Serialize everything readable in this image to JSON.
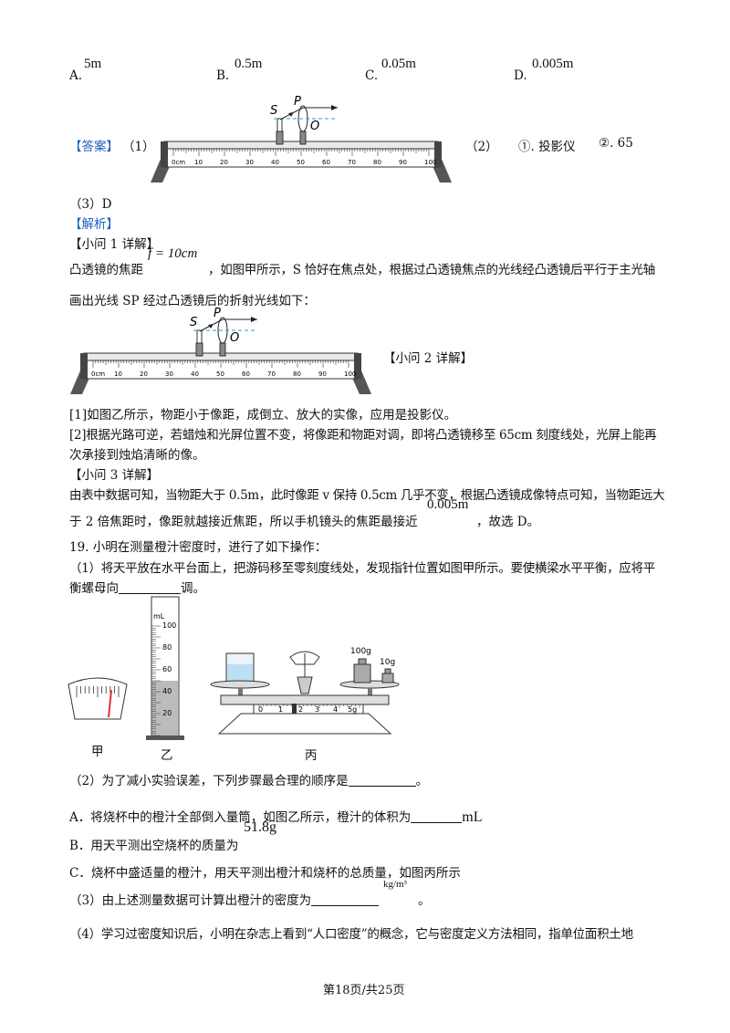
{
  "options": [
    {
      "letter": "A.",
      "value": "5m"
    },
    {
      "letter": "B.",
      "value": "0.5m"
    },
    {
      "letter": "C.",
      "value": "0.05m"
    },
    {
      "letter": "D.",
      "value": "0.005m"
    }
  ],
  "bench_labels": {
    "S": "S",
    "P": "P",
    "O": "O",
    "ticks": [
      "0cm",
      "10",
      "20",
      "30",
      "40",
      "50",
      "60",
      "70",
      "80",
      "90",
      "100"
    ]
  },
  "answer": {
    "tag": "【答案】",
    "p1": "（1）",
    "p2": "（2）",
    "p2_a": "①. 投影仪",
    "p2_b": "②. 65",
    "p3": "（3）D"
  },
  "analysis": {
    "tag": "【解析】",
    "q1_head": "【小问 1 详解】",
    "q1_line1_pre": "凸透镜的焦距",
    "q1_formula": "f = 10cm",
    "q1_line1_post": "，如图甲所示，S 恰好在焦点处，根据过凸透镜焦点的光线经凸透镜后平行于主光轴",
    "q1_line2": "画出光线 SP 经过凸透镜后的折射光线如下：",
    "q2_head": "【小问 2 详解】",
    "q2_line1": "[1]如图乙所示，物距小于像距，成倒立、放大的实像，应用是投影仪。",
    "q2_line2": "[2]根据光路可逆，若蜡烛和光屏位置不变，将像距和物距对调，即将凸透镜移至 65cm 刻度线处，光屏上能再",
    "q2_line3": "次承接到烛焰清晰的像。",
    "q3_head": "【小问 3 详解】",
    "q3_line1": "由表中数据可知，当物距大于 0.5m，此时像距 v 保持 0.5cm 几乎不变，根据凸透镜成像特点可知，当物距远大",
    "q3_line2_pre": "于 2 倍焦距时，像距就越接近焦距，所以手机镜头的焦距最接近",
    "q3_value": "0.005m",
    "q3_line2_post": "，故选 D。"
  },
  "question19": {
    "title": "19. 小明在测量橙汁密度时，进行了如下操作：",
    "s1_line1": "（1）将天平放在水平台面上，把游码移至零刻度线处，发现指针位置如图甲所示。要使横梁水平平衡，应将平",
    "s1_line2": "衡螺母向",
    "s1_line2_end": "调。",
    "fig_labels": [
      "甲",
      "乙",
      "丙"
    ],
    "cylinder_unit": "mL",
    "cylinder_ticks": [
      "100",
      "80",
      "60",
      "40",
      "20"
    ],
    "weights": [
      "100g",
      "10g"
    ],
    "rider_ticks": [
      "0",
      "1",
      "2",
      "3",
      "4",
      "5g"
    ],
    "s2": "（2）为了减小实验误差，下列步骤最合理的顺序是",
    "s2_end": "。",
    "stepA": "A．将烧杯中的橙汁全部倒入量筒，如图乙所示，橙汁的体积为",
    "stepA_unit": "mL",
    "stepB": "B．用天平测出空烧杯的质量为",
    "stepB_value": "51.8g",
    "stepC": "C．烧杯中盛适量的橙汁，用天平测出橙汁和烧杯的总质量，如图丙所示",
    "s3": "（3）由上述测量数据可计算出橙汁的密度为",
    "s3_unit": "kg/m³",
    "s3_end": "。",
    "s4": "（4）学习过密度知识后，小明在杂志上看到“人口密度”的概念，它与密度定义方法相同，指单位面积土地"
  },
  "footer": "第18页/共25页"
}
